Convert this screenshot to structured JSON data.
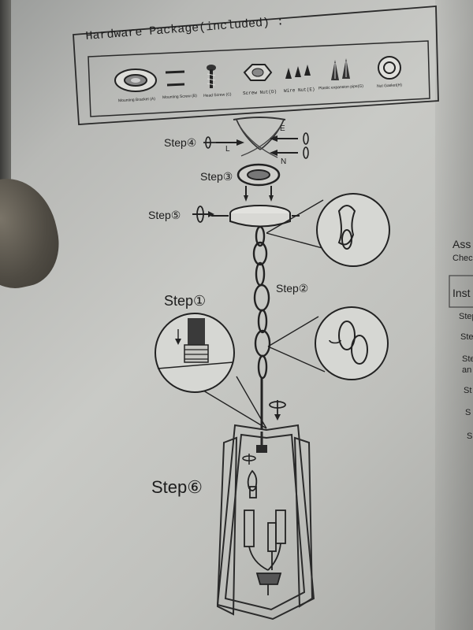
{
  "hardware": {
    "title": "Hardware Package(included) :",
    "items": [
      {
        "label": "Mounting Bracket (A)",
        "icon": "mounting-bracket-icon"
      },
      {
        "label": "Mounting Screw (B)",
        "icon": "mounting-screw-icon"
      },
      {
        "label": "Head Screw (C)",
        "icon": "head-screw-icon"
      },
      {
        "label": "Screw Nut(D)",
        "icon": "screw-nut-icon"
      },
      {
        "label": "Wire Nut(E)",
        "icon": "wire-nut-icon"
      },
      {
        "label": "Plastic expansion pipe(G)",
        "icon": "expansion-pipe-icon"
      },
      {
        "label": "Nut Gasket(H)",
        "icon": "nut-gasket-icon"
      }
    ]
  },
  "steps": {
    "step1": "Step①",
    "step2": "Step②",
    "step3": "Step③",
    "step4": "Step④",
    "step5": "Step⑤",
    "step6": "Step⑥"
  },
  "wire_labels": {
    "l": "L",
    "e": "E",
    "n": "N"
  },
  "right_column": [
    "Ass",
    "Chec",
    "Inst",
    "Step",
    "Step",
    "Ste",
    "an",
    "St",
    "S",
    "S"
  ]
}
